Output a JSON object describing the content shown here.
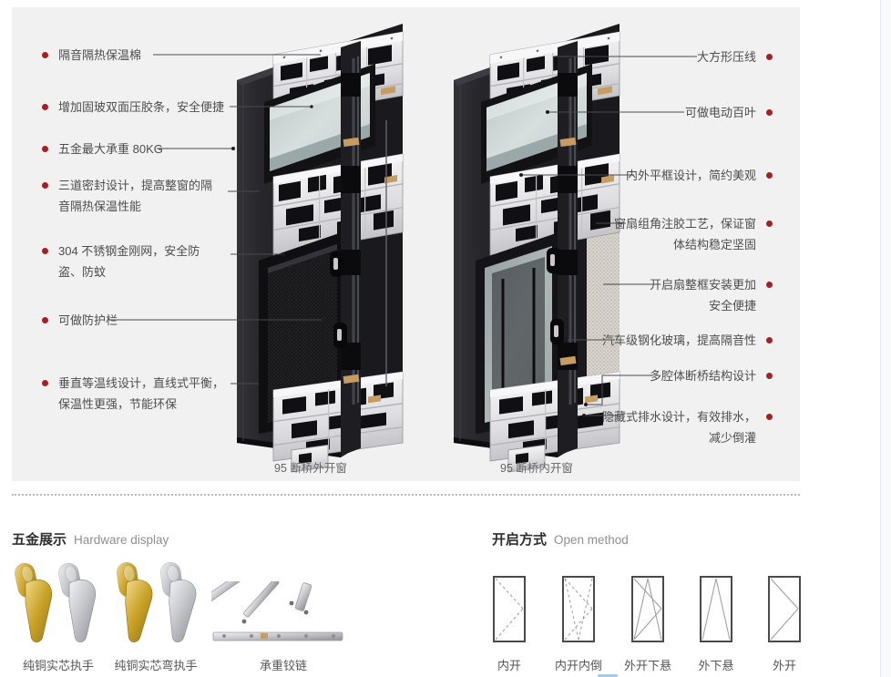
{
  "panel": {
    "left_features": [
      {
        "text": "隔音隔热保温棉"
      },
      {
        "text": "增加固玻双面压胶条，安全便捷"
      },
      {
        "text": "五金最大承重 80KG"
      },
      {
        "text": "三道密封设计，提高整窗的隔音隔热保温性能"
      },
      {
        "text": "304 不锈钢金刚网，安全防盗、防蚊"
      },
      {
        "text": "可做防护栏"
      },
      {
        "text": "垂直等温线设计，直线式平衡，保温性更强，节能环保"
      }
    ],
    "right_features": [
      {
        "text": "大方形压线"
      },
      {
        "text": "可做电动百叶"
      },
      {
        "text": "内外平框设计，简约美观"
      },
      {
        "text": "窗扇组角注胶工艺，保证窗体结构稳定坚固"
      },
      {
        "text": "开启扇整框安装更加安全便捷"
      },
      {
        "text": "汽车级钢化玻璃，提高隔音性"
      },
      {
        "text": "多腔体断桥结构设计"
      },
      {
        "text": "隐藏式排水设计，有效排水，减少倒灌"
      }
    ],
    "captions": {
      "left": "95 断桥外开窗",
      "right": "95 断桥内开窗"
    }
  },
  "hardware": {
    "title_zh": "五金展示",
    "title_en": "Hardware display",
    "items": [
      {
        "label": "纯铜实芯执手"
      },
      {
        "label": "纯铜实芯弯执手"
      },
      {
        "label": "承重铰链"
      }
    ]
  },
  "open_methods": {
    "title_zh": "开启方式",
    "title_en": "Open method",
    "items": [
      {
        "label": "内开"
      },
      {
        "label": "内开内倒"
      },
      {
        "label": "外开下悬"
      },
      {
        "label": "外下悬"
      },
      {
        "label": "外开"
      }
    ]
  },
  "colors": {
    "accent_red": "#a32024",
    "panel_bg": "#f1f1f2",
    "handle_gold": "#c9a227",
    "handle_silver": "#b8b8bc"
  }
}
